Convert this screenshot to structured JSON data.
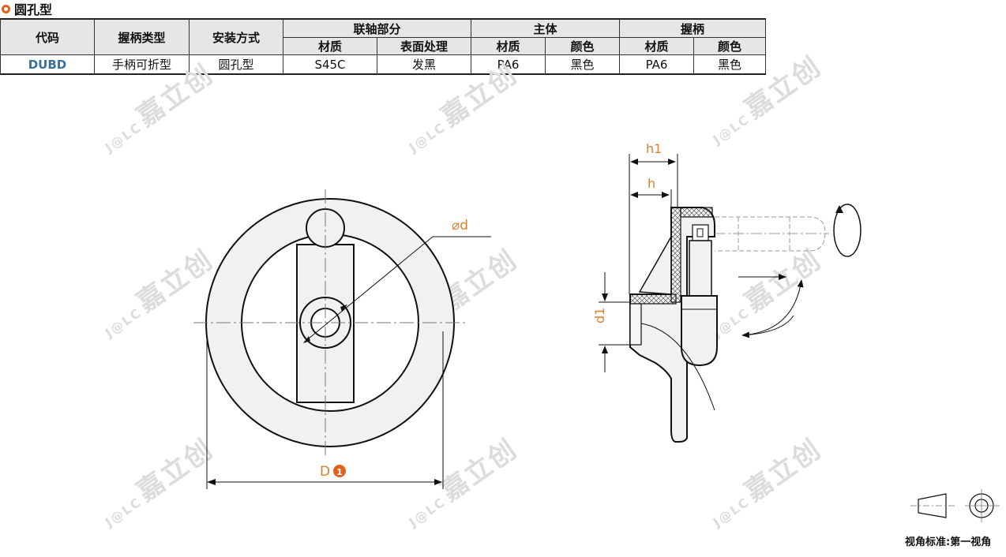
{
  "section_title": "圆孔型",
  "table": {
    "headers": {
      "code": "代码",
      "handle_type": "握柄类型",
      "install": "安装方式",
      "shaft_group": "联轴部分",
      "body_group": "主体",
      "grip_group": "握柄",
      "sub": [
        "材质",
        "表面处理",
        "材质",
        "颜色",
        "材质",
        "颜色"
      ]
    },
    "rows": [
      [
        "DUBD",
        "手柄可折型",
        "圆孔型",
        "S45C",
        "发黑",
        "PA6",
        "黑色",
        "PA6",
        "黑色"
      ]
    ]
  },
  "watermark": {
    "logo": "J@LC",
    "text": "嘉立创"
  },
  "labels": {
    "d": "⌀d",
    "D": "D",
    "D_badge": "1",
    "h1": "h1",
    "h": "h",
    "d1": "d1"
  },
  "colors": {
    "accent": "#e2621b",
    "dim": "#d9822b",
    "code": "#3a6f9c"
  },
  "footer": "视角标准:第一视角"
}
